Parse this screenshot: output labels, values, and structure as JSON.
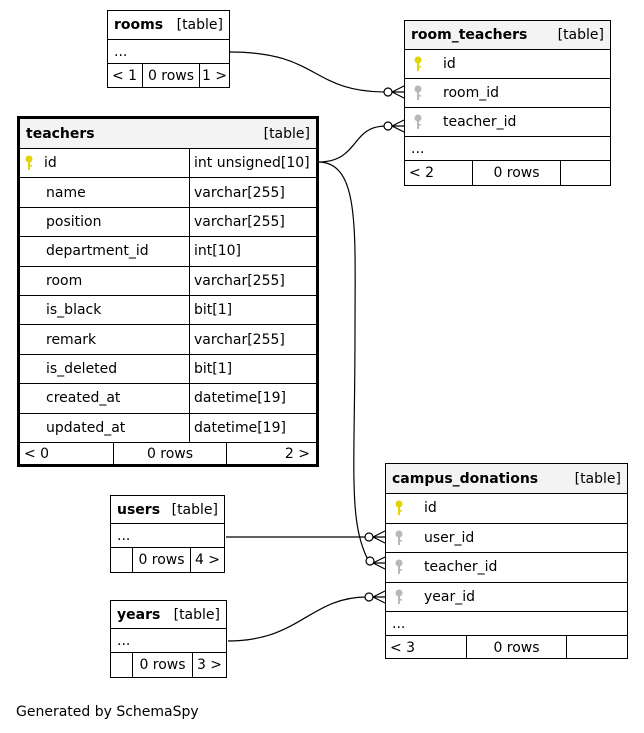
{
  "diagram": {
    "footer": "Generated by SchemaSpy",
    "tables": {
      "rooms": {
        "name": "rooms",
        "tag": "[table]",
        "ellipsis": "...",
        "nav": {
          "left": "< 1",
          "rows": "0 rows",
          "right": "1 >"
        }
      },
      "room_teachers": {
        "name": "room_teachers",
        "tag": "[table]",
        "columns": [
          {
            "name": "id",
            "key": "primary"
          },
          {
            "name": "room_id",
            "key": "foreign"
          },
          {
            "name": "teacher_id",
            "key": "foreign"
          }
        ],
        "ellipsis": "...",
        "nav": {
          "left": "< 2",
          "rows": "0 rows",
          "right": ""
        }
      },
      "teachers": {
        "name": "teachers",
        "tag": "[table]",
        "columns": [
          {
            "name": "id",
            "type": "int unsigned[10]",
            "key": "primary"
          },
          {
            "name": "name",
            "type": "varchar[255]"
          },
          {
            "name": "position",
            "type": "varchar[255]"
          },
          {
            "name": "department_id",
            "type": "int[10]"
          },
          {
            "name": "room",
            "type": "varchar[255]"
          },
          {
            "name": "is_black",
            "type": "bit[1]"
          },
          {
            "name": "remark",
            "type": "varchar[255]"
          },
          {
            "name": "is_deleted",
            "type": "bit[1]"
          },
          {
            "name": "created_at",
            "type": "datetime[19]"
          },
          {
            "name": "updated_at",
            "type": "datetime[19]"
          }
        ],
        "nav": {
          "left": "< 0",
          "rows": "0 rows",
          "right": "2 >"
        }
      },
      "users": {
        "name": "users",
        "tag": "[table]",
        "ellipsis": "...",
        "nav": {
          "left": "",
          "rows": "0 rows",
          "right": "4 >"
        }
      },
      "years": {
        "name": "years",
        "tag": "[table]",
        "ellipsis": "...",
        "nav": {
          "left": "",
          "rows": "0 rows",
          "right": "3 >"
        }
      },
      "campus_donations": {
        "name": "campus_donations",
        "tag": "[table]",
        "columns": [
          {
            "name": "id",
            "key": "primary"
          },
          {
            "name": "user_id",
            "key": "foreign"
          },
          {
            "name": "teacher_id",
            "key": "foreign"
          },
          {
            "name": "year_id",
            "key": "foreign"
          }
        ],
        "ellipsis": "...",
        "nav": {
          "left": "< 3",
          "rows": "0 rows",
          "right": ""
        }
      }
    },
    "relationships": [
      {
        "from": "rooms.id",
        "to": "room_teachers.room_id"
      },
      {
        "from": "teachers.id",
        "to": "room_teachers.teacher_id"
      },
      {
        "from": "teachers.id",
        "to": "campus_donations.teacher_id"
      },
      {
        "from": "users.id",
        "to": "campus_donations.user_id"
      },
      {
        "from": "years.id",
        "to": "campus_donations.year_id"
      }
    ],
    "colors": {
      "primary_key": "#e2d400",
      "foreign_key": "#b8b8b8",
      "header_bg": "#f3f3f3"
    }
  }
}
